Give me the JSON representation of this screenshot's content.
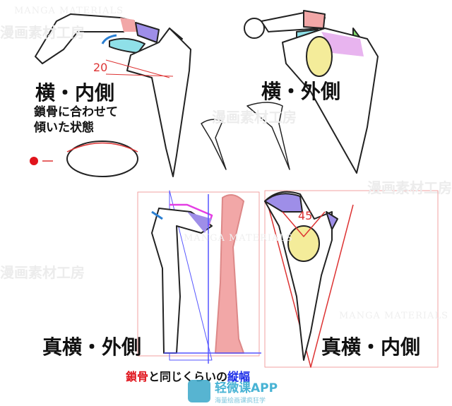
{
  "watermark": {
    "text_cn": "漫画素材工房",
    "text_en": "MANGA MATERIALS"
  },
  "views": {
    "side_inner": {
      "title": "横・内側",
      "note_line1": "鎖骨に合わせて",
      "note_line2": "傾いた状態",
      "angle": "20"
    },
    "side_outer": {
      "title": "横・外側"
    },
    "true_side_outer": {
      "title": "真横・外側"
    },
    "true_side_inner": {
      "title": "真横・内側",
      "angle": "45"
    }
  },
  "caption": {
    "part1": "鎖骨",
    "part2": "と同じくらいの",
    "part3": "縦幅"
  },
  "logo": {
    "title": "轻微课APP",
    "subtitle": "海量绘画课疯狂学"
  },
  "colors": {
    "accent_red": "#e0141c",
    "accent_blue": "#1a2be8",
    "clavicle_pink": "#f2a7a7",
    "acromion_purple": "#9e8ee8",
    "coracoid_cyan": "#8fe0e8",
    "green": "#7fd96a",
    "glenoid_yellow": "#f4ec9a"
  }
}
